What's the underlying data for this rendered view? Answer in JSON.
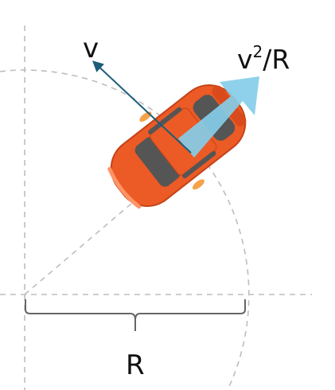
{
  "labels": {
    "velocity": "v",
    "acceleration_base": "v",
    "acceleration_exp": "2",
    "acceleration_tail": "/R",
    "radius": "R"
  },
  "colors": {
    "car_body": "#ec5a25",
    "car_outline": "#c3431a",
    "car_glass": "#555555",
    "velocity_arrow": "#1c5e79",
    "accel_arrow": "#85cde9",
    "guide_lines": "#bdbdbd",
    "brace": "#666666"
  }
}
